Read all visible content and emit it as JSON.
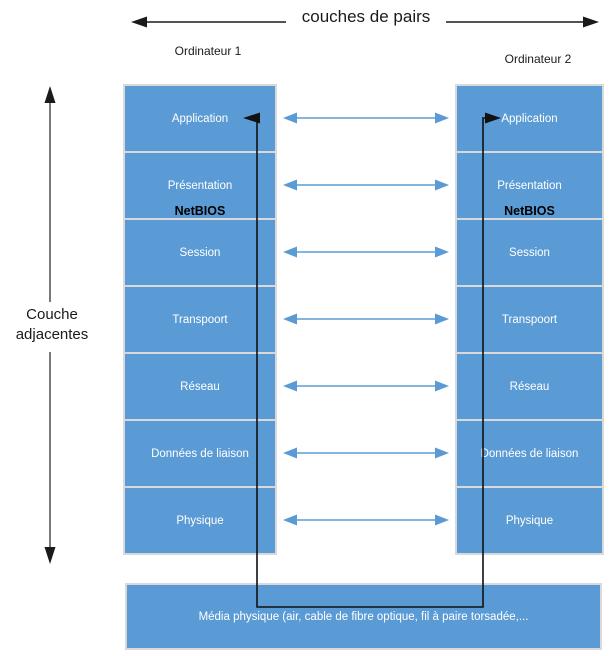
{
  "header": {
    "title": "couches de pairs"
  },
  "side_label": {
    "line1": "Couche",
    "line2": "adjacentes"
  },
  "columns": {
    "left": {
      "title": "Ordinateur 1",
      "netbios_label": "NetBIOS",
      "layers": [
        "Application",
        "Présentation",
        "Session",
        "Transpoort",
        "Réseau",
        "Données de liaison",
        "Physique"
      ]
    },
    "right": {
      "title": "Ordinateur 2",
      "netbios_label": "NetBIOS",
      "layers": [
        "Application",
        "Présentation",
        "Session",
        "Transpoort",
        "Réseau",
        "Données de liaison",
        "Physique"
      ]
    }
  },
  "media_box": {
    "label": "Média physique (air, cable de fibre optique, fil à paire torsadée,..."
  },
  "colors": {
    "layer_fill": "#5b9bd5",
    "box_border": "#d9d9d9",
    "peer_arrow_blue": "#5b9bd5",
    "connector_black": "#111111",
    "axis_line_gray": "#595959",
    "text_on_blue": "#ffffff"
  }
}
